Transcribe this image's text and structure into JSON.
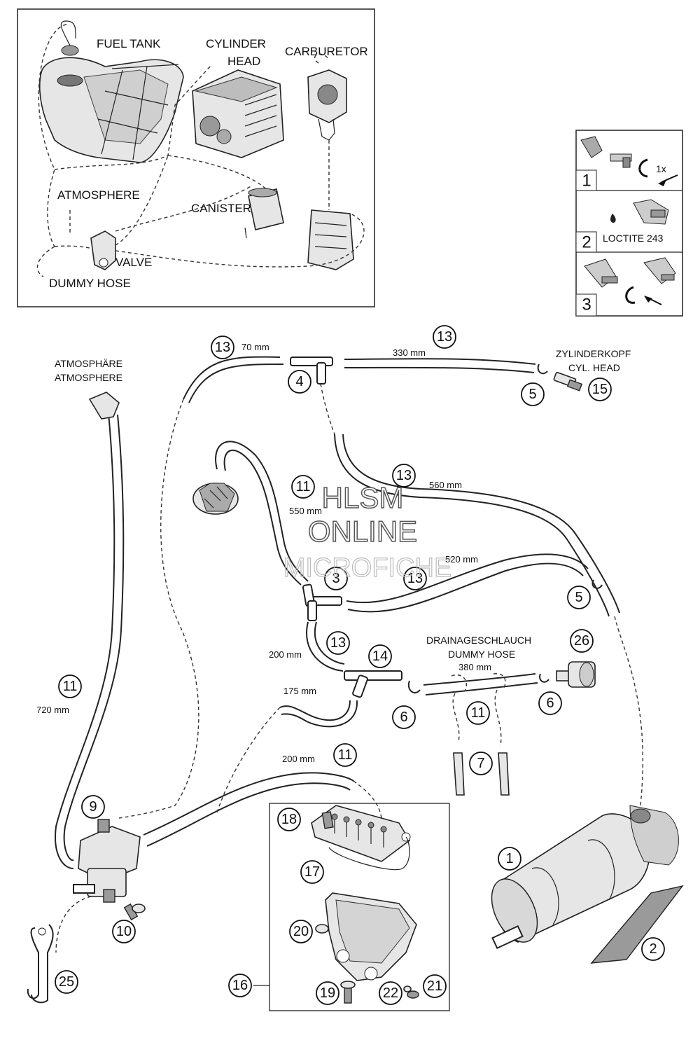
{
  "inset": {
    "fuel_tank": "FUEL TANK",
    "cylinder_head_1": "CYLINDER",
    "cylinder_head_2": "HEAD",
    "carburetor": "CARBURETOR",
    "atmosphere": "ATMOSPHERE",
    "canister": "CANISTER",
    "valve": "VALVE",
    "dummy_hose": "DUMMY HOSE"
  },
  "steps": [
    {
      "number": "1",
      "note": "1x"
    },
    {
      "number": "2",
      "note": "LOCTITE 243"
    },
    {
      "number": "3",
      "note": ""
    }
  ],
  "labels": {
    "atmosphaere": "ATMOSPHÄRE",
    "atmosphere": "ATMOSPHERE",
    "zylinderkopf": "ZYLINDERKOPF",
    "cyl_head": "CYL. HEAD",
    "drainage": "DRAINAGESCHLAUCH",
    "dummy_hose": "DUMMY HOSE"
  },
  "lengths": {
    "l70": "70 mm",
    "l330": "330 mm",
    "l560": "560 mm",
    "l550": "550 mm",
    "l520": "520 mm",
    "l200a": "200 mm",
    "l380": "380 mm",
    "l175": "175 mm",
    "l720": "720 mm",
    "l200b": "200 mm"
  },
  "callouts": {
    "c13a": "13",
    "c4": "4",
    "c13b": "13",
    "c5a": "5",
    "c15": "15",
    "c11a": "11",
    "c13c": "13",
    "c3": "3",
    "c13d": "13",
    "c5b": "5",
    "c13e": "13",
    "c14": "14",
    "c26": "26",
    "c6a": "6",
    "c11b": "11",
    "c6b": "6",
    "c11c": "11",
    "c7": "7",
    "c11d": "11",
    "c9": "9",
    "c18": "18",
    "c17": "17",
    "c1": "1",
    "c10": "10",
    "c20": "20",
    "c2": "2",
    "c25": "25",
    "c16": "16",
    "c19": "19",
    "c22": "22",
    "c21": "21"
  },
  "watermark": {
    "line1": "HLSM",
    "line2": "ONLINE",
    "line3": "MICROFICHE"
  }
}
